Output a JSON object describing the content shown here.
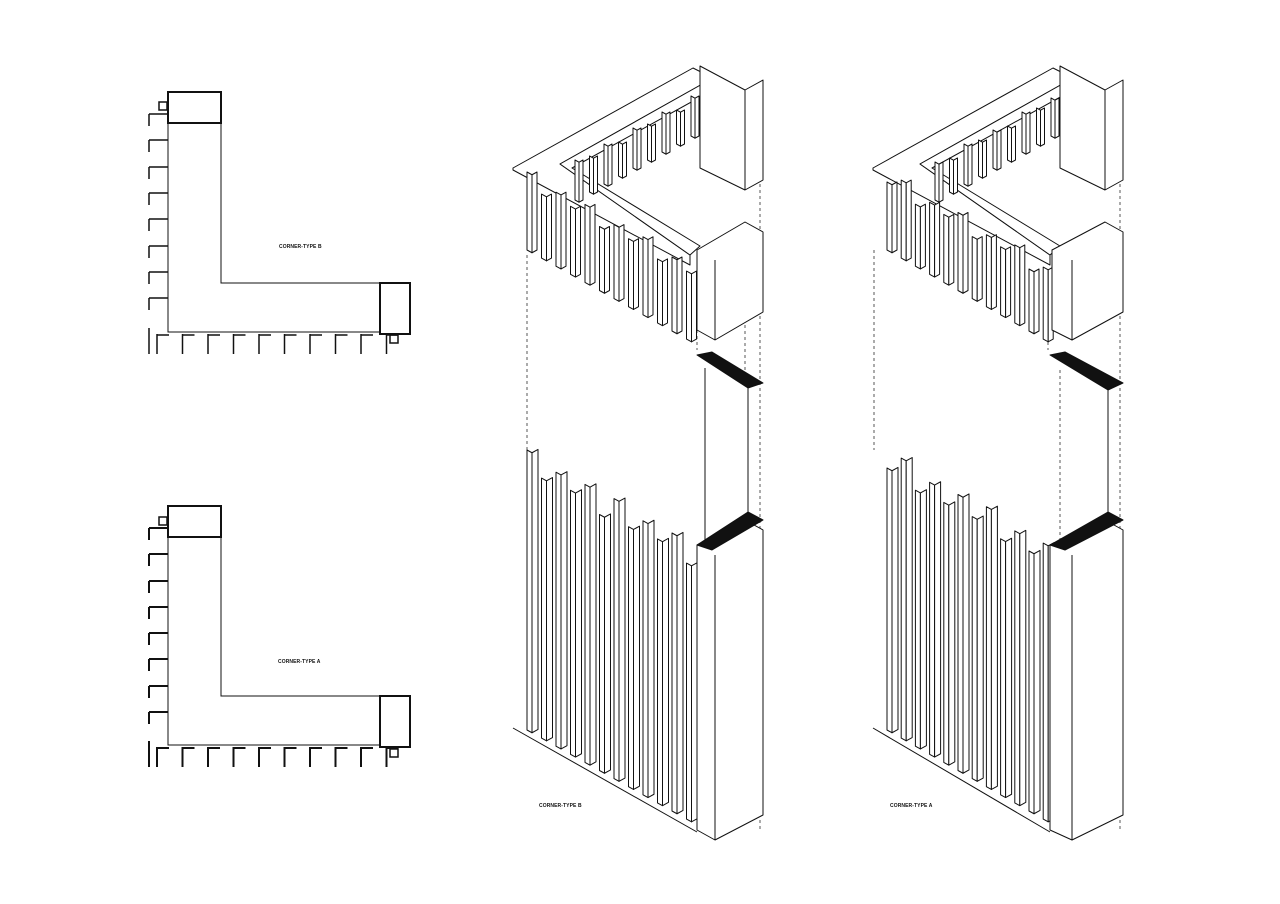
{
  "labels": {
    "plan_b": "CORNER-TYPE B",
    "plan_a": "CORNER-TYPE A",
    "axo_b": "CORNER-TYPE B",
    "axo_a": "CORNER-TYPE A"
  },
  "colors": {
    "line": "#111111",
    "fill_dark": "#111111",
    "background": "#ffffff"
  }
}
